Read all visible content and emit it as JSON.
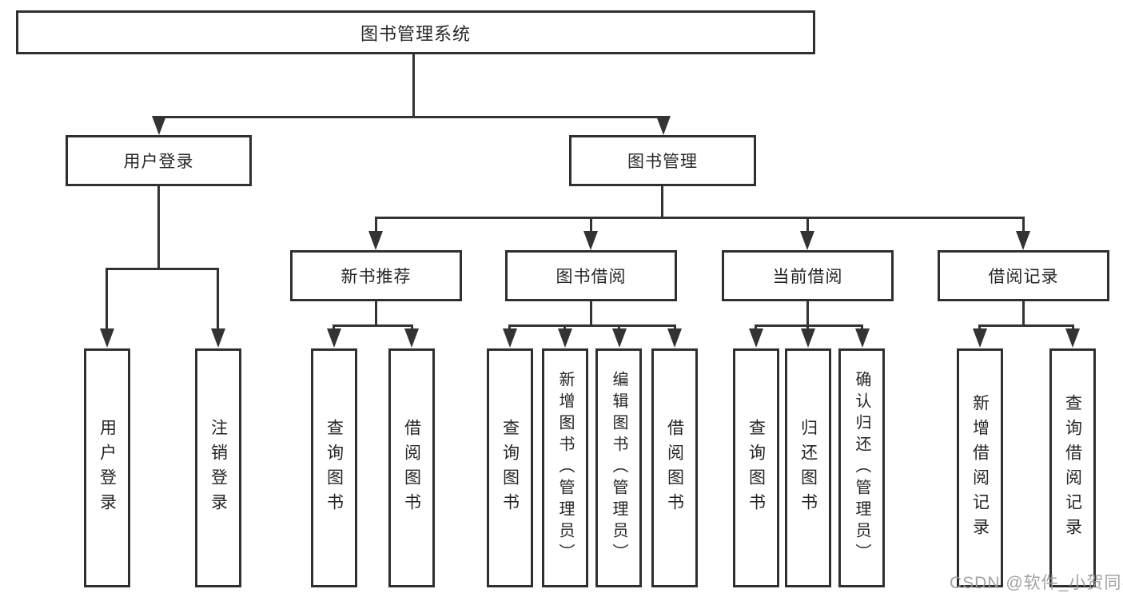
{
  "diagram": {
    "root": "图书管理系统",
    "level2": {
      "user_login": "用户登录",
      "book_management": "图书管理"
    },
    "level3": {
      "new_book_recommend": "新书推荐",
      "book_borrow": "图书借阅",
      "current_borrow": "当前借阅",
      "borrow_records": "借阅记录"
    },
    "leaves": {
      "user_login": [
        "用户登录",
        "注销登录"
      ],
      "new_book_recommend": [
        "查询图书",
        "借阅图书"
      ],
      "book_borrow": [
        "查询图书",
        "新增图书（管理员）",
        "编辑图书（管理员）",
        "借阅图书"
      ],
      "current_borrow": [
        "查询图书",
        "归还图书",
        "确认归还（管理员）"
      ],
      "borrow_records": [
        "新增借阅记录",
        "查询借阅记录"
      ]
    },
    "colors": {
      "line": "#333333",
      "box_border": "#2f2f2f",
      "text": "#262626",
      "watermark": "#9b9b9b",
      "background": "#ffffff"
    }
  },
  "watermark": "CSDN @软件_小贺同学"
}
